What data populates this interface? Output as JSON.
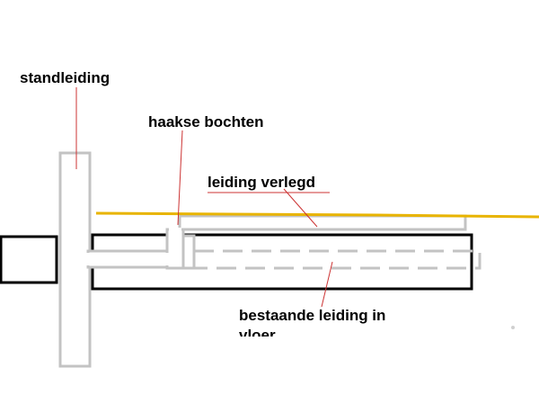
{
  "labels": {
    "standleiding": "standleiding",
    "haakse_bochten": "haakse bochten",
    "leiding_verlegd": "leiding verlegd",
    "bestaande_line1": "bestaande leiding in",
    "bestaande_line2": "vloer"
  },
  "colors": {
    "background": "#ffffff",
    "outline": "#000000",
    "pipe": "#c3c3c3",
    "leader": "#cc3333",
    "new_pipe": "#e8b400",
    "speck": "#d0d0d0"
  }
}
